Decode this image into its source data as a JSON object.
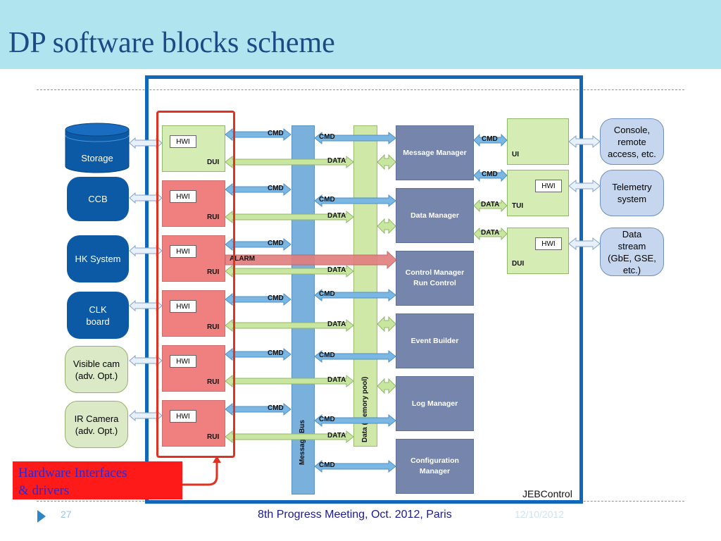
{
  "title": "DP software blocks scheme",
  "external": {
    "storage": "Storage",
    "ccb": "CCB",
    "hk": "HK System",
    "clk": "CLK\nboard",
    "visible": "Visible cam\n(adv. Opt.)",
    "ir": "IR Camera\n(adv. Opt.)",
    "console": "Console,\nremote\naccess, etc.",
    "telemetry": "Telemetry\nsystem",
    "datastream": "Data\nstream\n(GbE, GSE,\netc.)"
  },
  "interfaces": {
    "hwi": "HWI",
    "dui": "DUI",
    "rui": "RUI",
    "ui": "UI",
    "tui": "TUI"
  },
  "managers": {
    "message": "Message Manager",
    "data": "Data Manager",
    "control": "Control Manager\nRun Control",
    "event": "Event Builder",
    "log": "Log Manager",
    "config": "Configuration\nManager"
  },
  "bus_label": "Message Bus",
  "pool_label": "Data (Memory pool)",
  "arrows": {
    "cmd": "CMD",
    "data": "DATA",
    "alarm": "ALARM"
  },
  "hw_label": "Hardware Interfaces\n& drivers",
  "jeb": "JEBControl",
  "footer": {
    "page": "27",
    "meeting": "8th Progress Meeting, Oct. 2012, Paris",
    "date": "12/10/2012"
  },
  "colors": {
    "frame": "#1268b8",
    "hw_highlight": "#e03121",
    "cmd_arrow": "#7ab7e3",
    "data_arrow": "#c9e6a1",
    "alarm_arrow": "#e27f7f"
  }
}
